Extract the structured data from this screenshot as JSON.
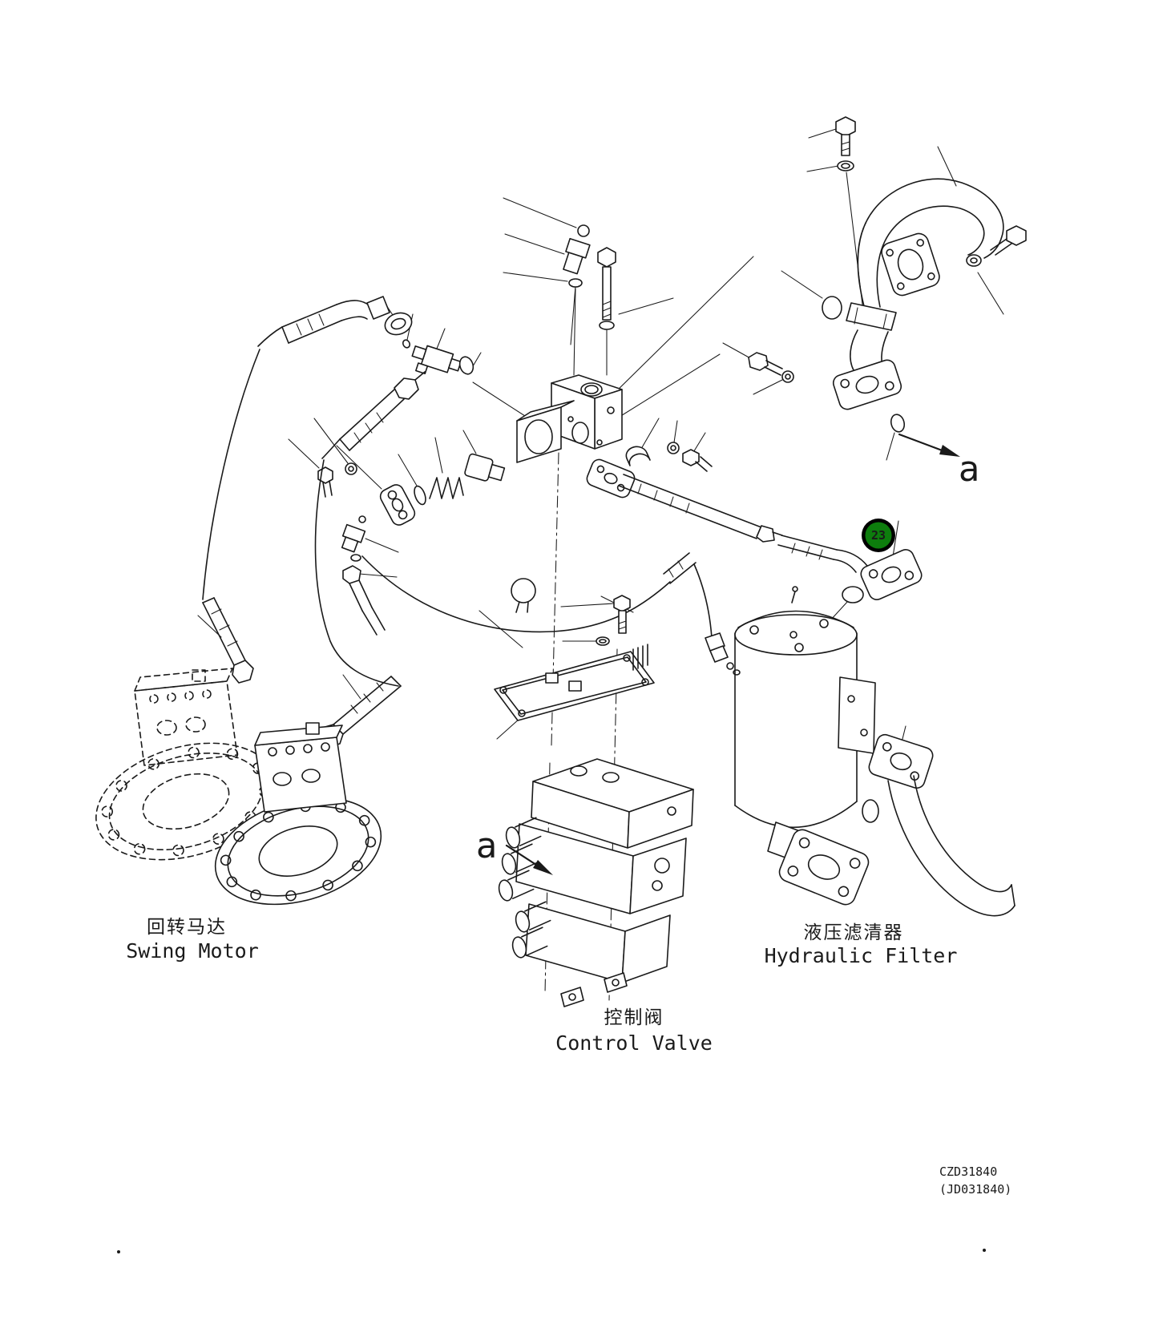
{
  "page": {
    "background": "#ffffff",
    "line_color": "#1a1a1a"
  },
  "balloon": {
    "number": "23",
    "fill": "#0d7d0d",
    "ring": "#000000",
    "text_color": "#ffffff"
  },
  "view_arrows": {
    "top_right": "a",
    "control_valve": "a"
  },
  "labels": {
    "swing_motor": {
      "zh": "回转马达",
      "en": "Swing Motor"
    },
    "control_valve": {
      "zh": "控制阀",
      "en": "Control Valve"
    },
    "hydraulic_filter": {
      "zh": "液压滤清器",
      "en": "Hydraulic Filter"
    }
  },
  "codes": {
    "drawing_number": "CZD31840",
    "reference_number": "(JD031840)"
  }
}
